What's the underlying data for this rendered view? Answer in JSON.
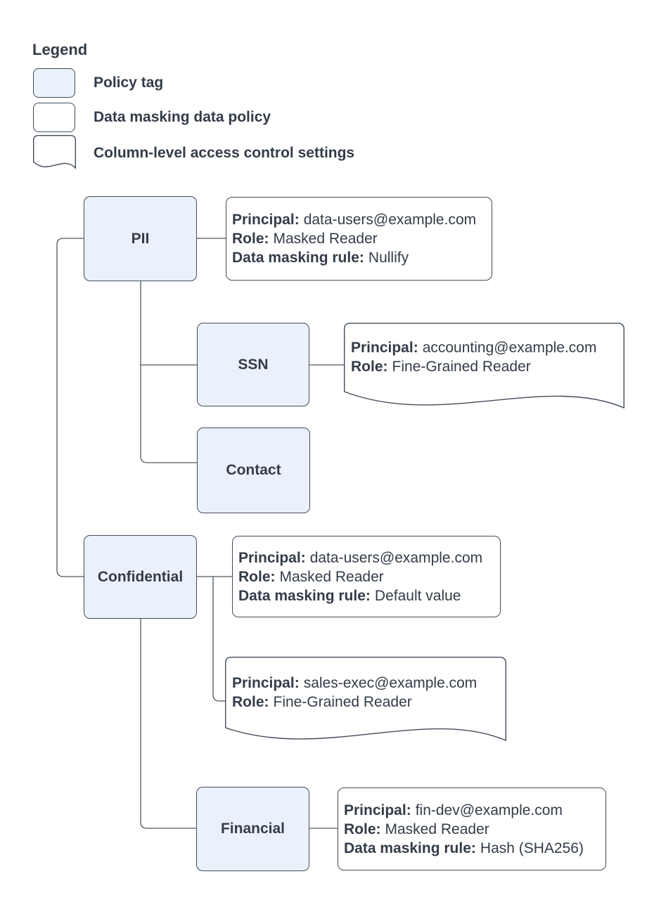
{
  "legend": {
    "title": "Legend",
    "items": [
      {
        "shape": "policy-tag",
        "label": "Policy tag"
      },
      {
        "shape": "data-masking-policy",
        "label": "Data masking data policy"
      },
      {
        "shape": "document",
        "label": "Column-level access control settings"
      }
    ]
  },
  "tags": {
    "pii": "PII",
    "ssn": "SSN",
    "contact": "Contact",
    "confidential": "Confidential",
    "financial": "Financial"
  },
  "policies": {
    "pii_masking": {
      "lines": [
        {
          "label": "Principal:",
          "value": "data-users@example.com"
        },
        {
          "label": "Role:",
          "value": "Masked Reader"
        },
        {
          "label": "Data masking rule:",
          "value": "Nullify"
        }
      ]
    },
    "ssn_access": {
      "lines": [
        {
          "label": "Principal:",
          "value": "accounting@example.com"
        },
        {
          "label": "Role:",
          "value": "Fine-Grained Reader"
        }
      ]
    },
    "confidential_masking": {
      "lines": [
        {
          "label": "Principal:",
          "value": "data-users@example.com"
        },
        {
          "label": "Role:",
          "value": "Masked Reader"
        },
        {
          "label": "Data masking rule:",
          "value": "Default value"
        }
      ]
    },
    "confidential_access": {
      "lines": [
        {
          "label": "Principal:",
          "value": "sales-exec@example.com"
        },
        {
          "label": "Role:",
          "value": "Fine-Grained Reader"
        }
      ]
    },
    "financial_masking": {
      "lines": [
        {
          "label": "Principal:",
          "value": "fin-dev@example.com"
        },
        {
          "label": "Role:",
          "value": "Masked Reader"
        },
        {
          "label": "Data masking rule:",
          "value": "Hash (SHA256)"
        }
      ]
    }
  },
  "colors": {
    "policy_tag_fill": "#EAF1FB",
    "shape_border": "#414D5A",
    "connector": "#4E5862",
    "text": "#333C49",
    "background": "#FFFFFF"
  }
}
